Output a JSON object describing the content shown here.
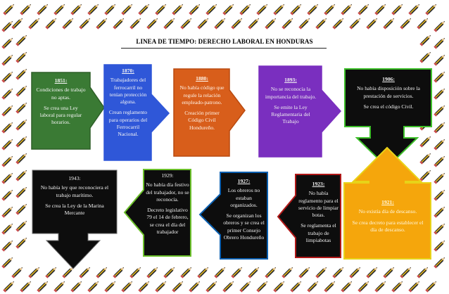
{
  "title": "LINEA DE TIEMPO: DERECHO LABORAL EN HONDURAS",
  "border_icon": "pencil-icon",
  "colors": {
    "green": "#3a7a34",
    "blue": "#2f57d8",
    "orange": "#d85e1b",
    "purple": "#7a2fbf",
    "light_green": "#3dbf2a",
    "yellow": "#f5a60c",
    "red": "#b01818",
    "dark_blue": "#0a5fb0",
    "black": "#0d0d0d"
  },
  "events": [
    {
      "year": "1851:",
      "lines": [
        "Condiciones de trabajo no aptas.",
        "Se crea una Ley laboral para regular horarios."
      ]
    },
    {
      "year": "1870:",
      "lines": [
        "Trabajadores del ferrocarril no tenían protección alguna.",
        "Crean reglamento para operarios del Ferrocarril Nacional."
      ]
    },
    {
      "year": "1880:",
      "lines": [
        "No había código que regule la relación empleado-patrono.",
        "Creación primer Código Civil Hondureño."
      ]
    },
    {
      "year": "1893:",
      "lines": [
        "No se reconocía la importancia del trabajo.",
        "Se emite la Ley Reglamentaria del Trabajo"
      ]
    },
    {
      "year": "1906:",
      "lines": [
        "No había disposición sobre la prestación de servicios.",
        "Se crea el código Civil."
      ]
    },
    {
      "year": "1921:",
      "lines": [
        "No existía día de descanso.",
        "Se crea decreto para establecer el día de descanso."
      ]
    },
    {
      "year": "1923:",
      "lines": [
        "No había reglamento para el servicio de limpiar botas.",
        "Se reglamenta el trabajo de limpiabotas"
      ]
    },
    {
      "year": "1927:",
      "lines": [
        "Los obreros no estaban organizados.",
        "Se organizan los obreros y se crea el primer Consejo Obrero Hondureño"
      ]
    },
    {
      "year": "1929:",
      "lines": [
        "No había día festivo del trabajador, no se reconocía.",
        "Decreto legislativo 79 el 14 de febrero, se crea el día del trabajador"
      ]
    },
    {
      "year": "1943:",
      "lines": [
        "No había ley que reconociera el trabajo marítimo.",
        "Se crea la Ley de la Marina Mercante"
      ]
    }
  ]
}
